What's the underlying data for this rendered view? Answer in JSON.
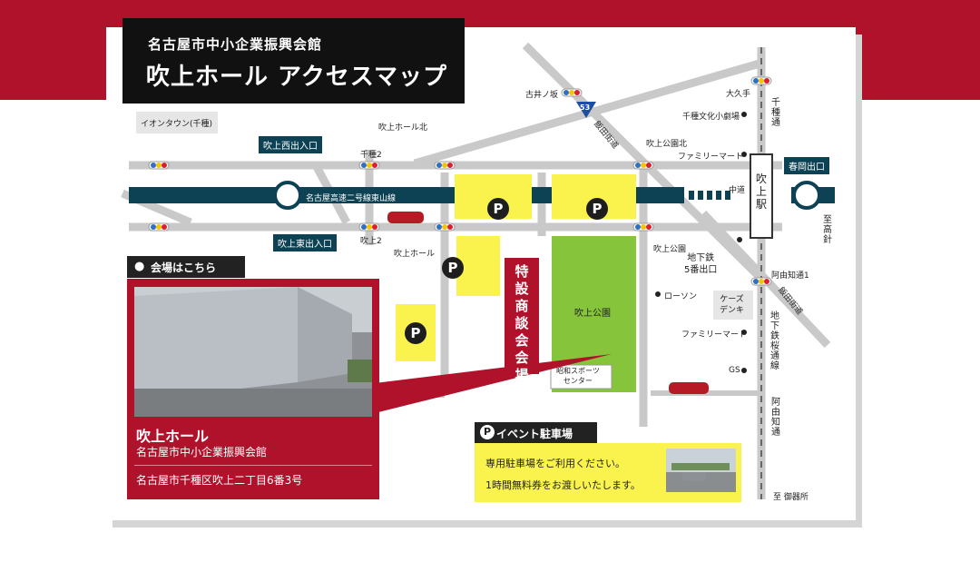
{
  "header": {
    "subtitle": "名古屋市中小企業振興会館",
    "title": "吹上ホール アクセスマップ"
  },
  "colors": {
    "brand_red": "#b0122c",
    "highway": "#0d4254",
    "road": "#c9c9c9",
    "parking_yellow": "#faf24d",
    "park_green": "#86c43c"
  },
  "map": {
    "landmarks": {
      "aeon": "イオンタウン(千種)",
      "fukiage_park": "吹上公園",
      "showa_sports": "昭和スポーツ\nセンター",
      "ksdenki": "ケーズ\nデンキ",
      "fukiage_station": "吹上駅",
      "familymart_top": "ファミリーマート",
      "familymart_bottom": "ファミリーマート",
      "lawson": "ローソン",
      "gs": "GS",
      "chikusa_bunka": "千種文化小劇場",
      "subway_exit": "地下鉄\n5番出口"
    },
    "intersections": {
      "furuinosaka": "古井ノ坂",
      "okute": "大久手",
      "fukiage_hall_kita": "吹上ホール北",
      "chikusa2": "千種2",
      "fukiage2": "吹上2",
      "fukiage_hall": "吹上ホール",
      "fukiage_koen_kita": "吹上公園北",
      "fukiage_koen": "吹上公園",
      "nakamichi": "中道",
      "ajichi1": "阿由知通1"
    },
    "roads": {
      "highway": "名古屋高速二号線東山線",
      "iida1": "飯田街道",
      "iida2": "飯田街道",
      "chikusa_dori": "千種通",
      "ajichi_dori": "阿由知通",
      "sakuradori": "地下鉄桜通線",
      "route_number": "53",
      "to_takabari": "至高針",
      "to_gokisho": "至 御器所"
    },
    "exits": {
      "west": "吹上西出入口",
      "east": "吹上東出入口",
      "harudaoka": "春岡出口"
    },
    "parking_icon": "P"
  },
  "venue": {
    "tab": "会場はこちら",
    "name": "吹上ホール",
    "org": "名古屋市中小企業振興会館",
    "address": "名古屋市千種区吹上二丁目6番3号"
  },
  "special_venue": "特設商談会 会場",
  "event_parking": {
    "tab": "イベント駐車場",
    "line1": "専用駐車場をご利用ください。",
    "line2": "1時間無料券をお渡しいたします。"
  }
}
